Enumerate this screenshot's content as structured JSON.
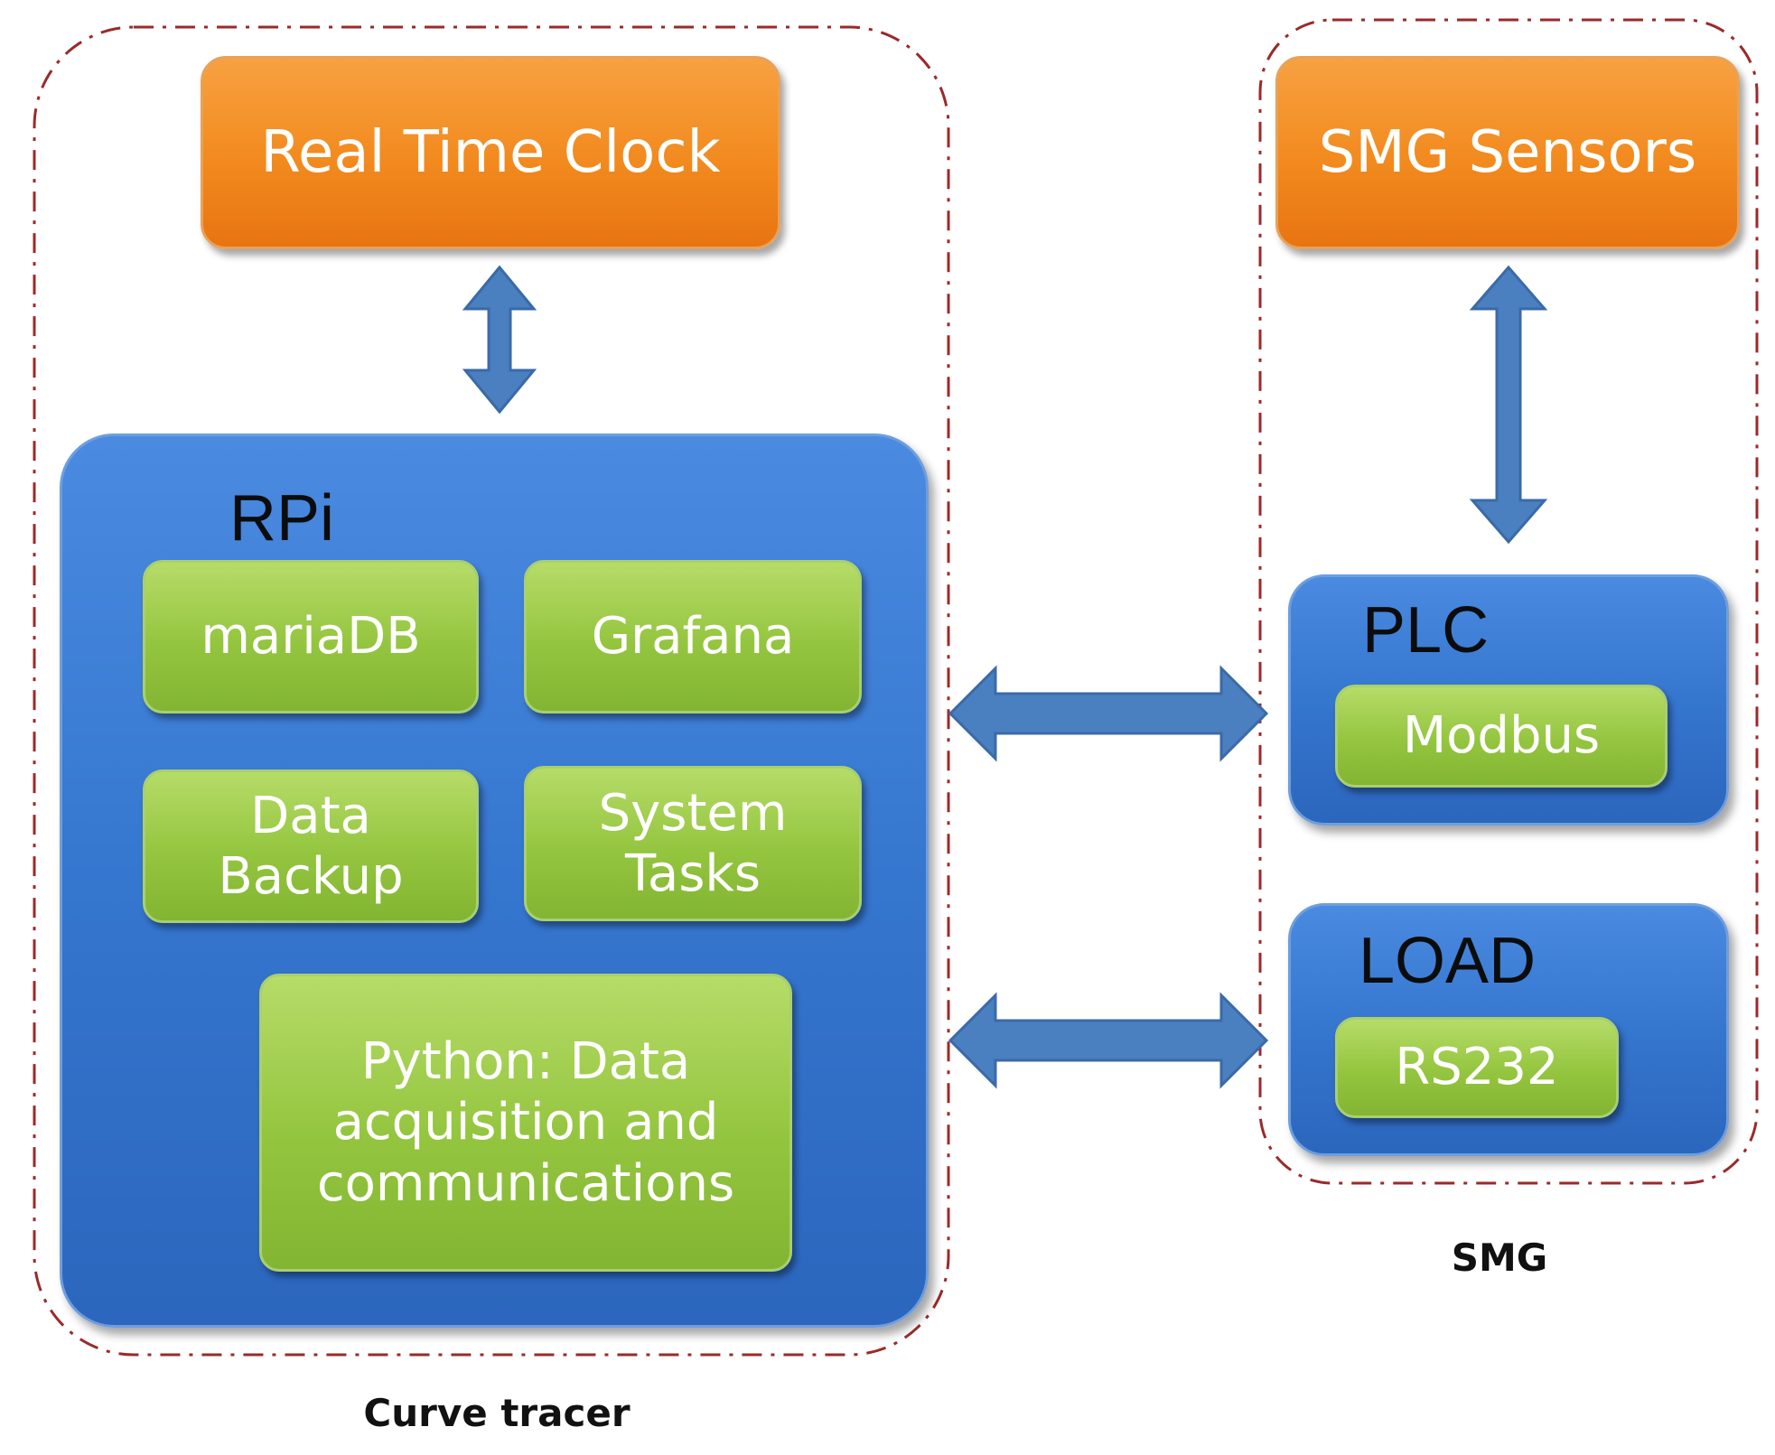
{
  "groups": {
    "curve_tracer": {
      "label": "Curve tracer"
    },
    "smg": {
      "label": "SMG"
    }
  },
  "boxes": {
    "real_time_clock": "Real Time Clock",
    "smg_sensors": "SMG Sensors",
    "rpi": "RPi",
    "mariadb": "mariaDB",
    "grafana": "Grafana",
    "data_backup": "Data\nBackup",
    "system_tasks": "System\nTasks",
    "python": "Python: Data\nacquisition and\ncommunications",
    "plc": "PLC",
    "modbus": "Modbus",
    "load": "LOAD",
    "rs232": "RS232"
  },
  "colors": {
    "orange": "#f28a1e",
    "green": "#94c53f",
    "blue": "#3576cf",
    "arrow": "#4a7fc0",
    "dashed_border": "#9a2a2a"
  }
}
